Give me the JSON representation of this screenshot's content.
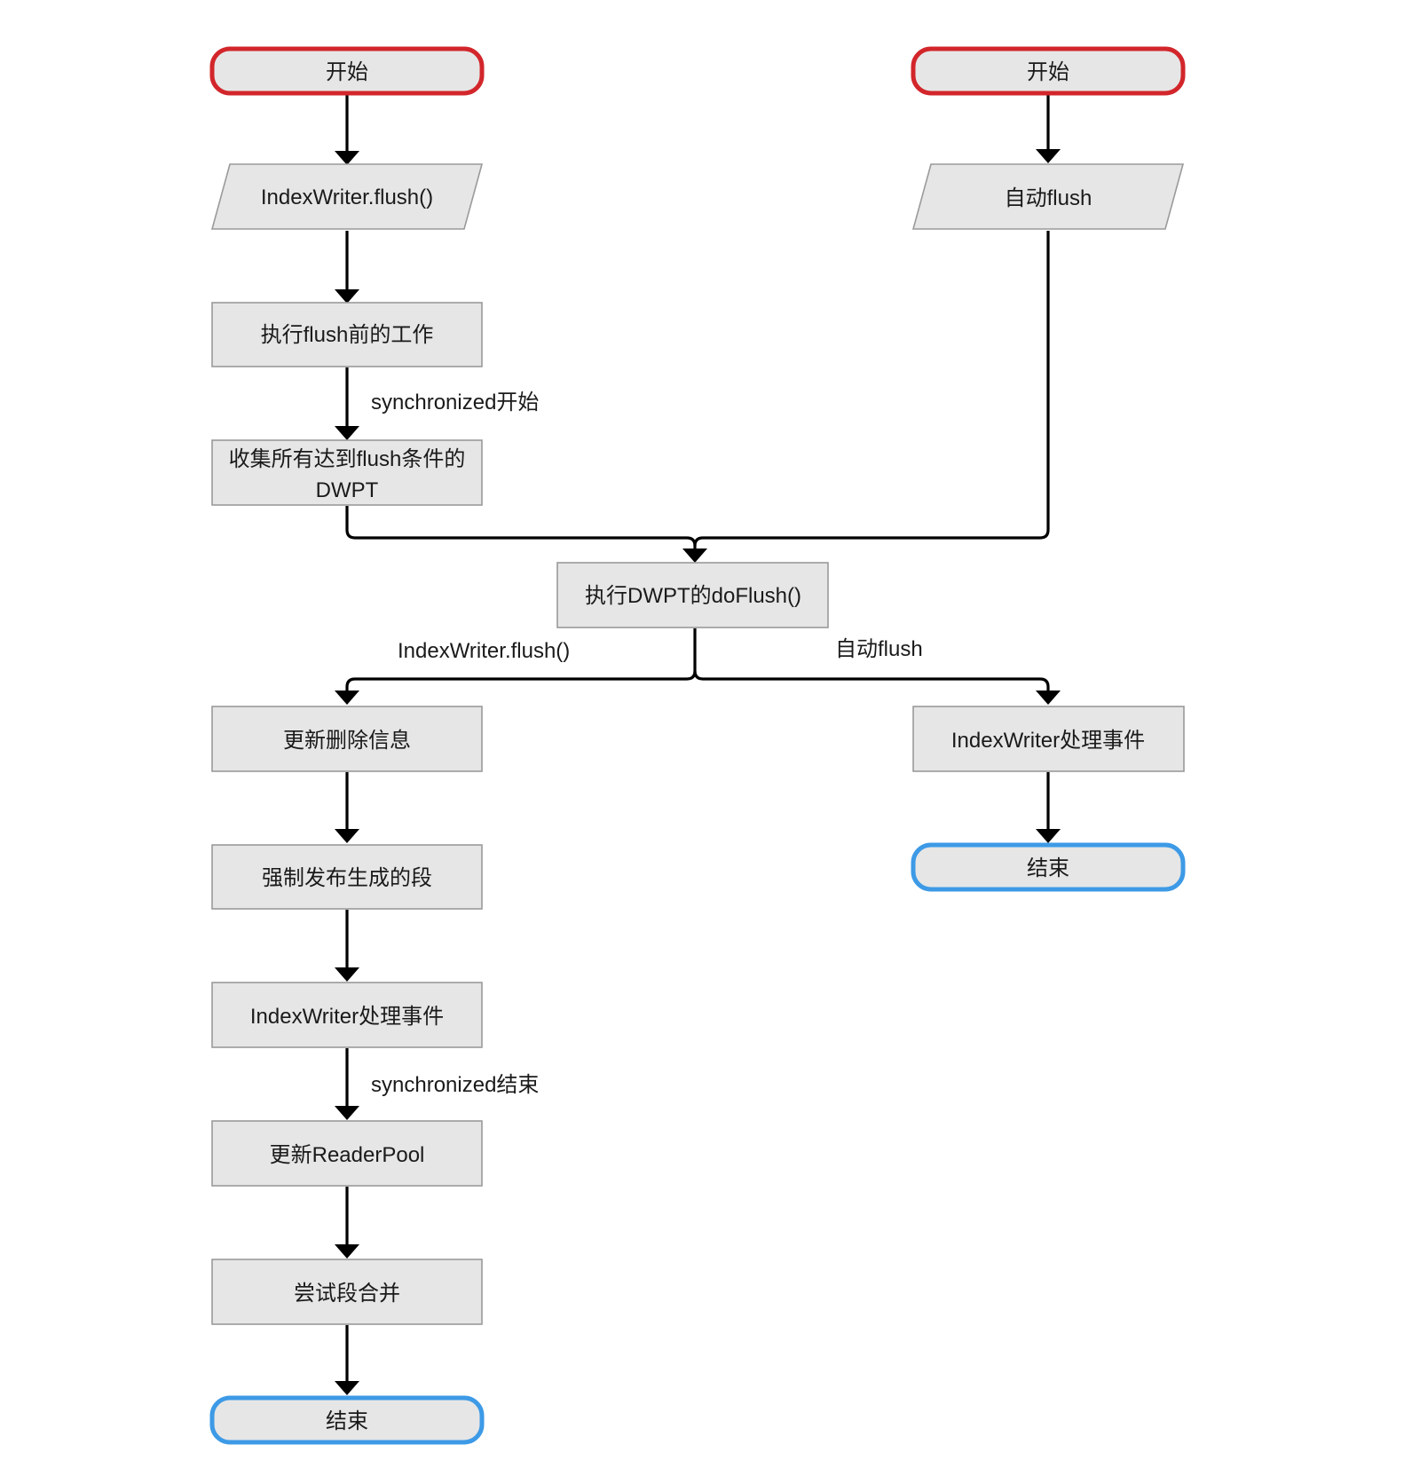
{
  "left_flow": {
    "start": "开始",
    "flush_call": "IndexWriter.flush()",
    "pre_flush": "执行flush前的工作",
    "collect_line1": "收集所有达到flush条件的",
    "collect_line2": "DWPT",
    "update_deletes": "更新删除信息",
    "force_publish": "强制发布生成的段",
    "process_events": "IndexWriter处理事件",
    "update_reader_pool": "更新ReaderPool",
    "try_merge": "尝试段合并",
    "end": "结束"
  },
  "right_flow": {
    "start": "开始",
    "auto_flush": "自动flush",
    "process_events": "IndexWriter处理事件",
    "end": "结束"
  },
  "shared": {
    "do_flush": "执行DWPT的doFlush()"
  },
  "edge_labels": {
    "sync_start": "synchronized开始",
    "branch_flush_call": "IndexWriter.flush()",
    "branch_auto_flush": "自动flush",
    "sync_end": "synchronized结束"
  },
  "colors": {
    "start_border": "#d2262b",
    "end_border": "#3d9ae6",
    "node_fill": "#e6e6e6"
  }
}
